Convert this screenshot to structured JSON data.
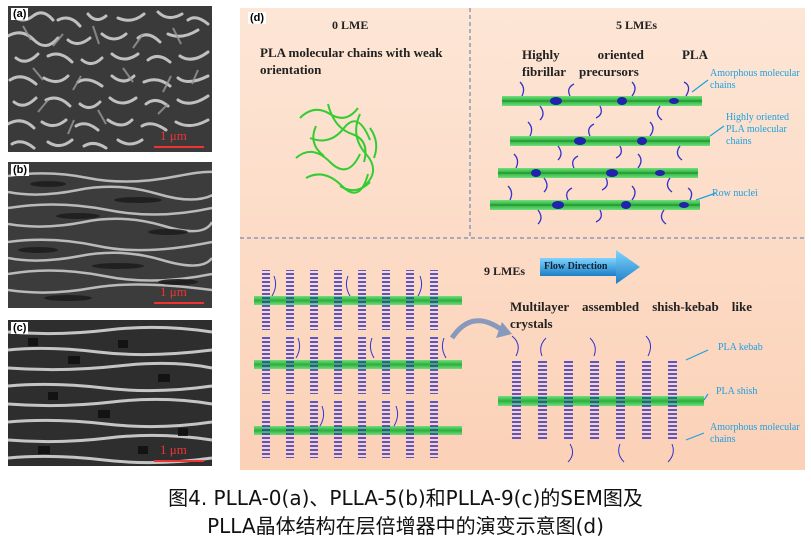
{
  "panels": {
    "a": {
      "label": "(a)",
      "scale": "1 μm"
    },
    "b": {
      "label": "(b)",
      "scale": "1 μm"
    },
    "c": {
      "label": "(c)",
      "scale": "1 μm"
    }
  },
  "diagram": {
    "label": "(d)",
    "q1": {
      "title": "0 LME",
      "desc": "PLA molecular chains with weak orientation"
    },
    "q2": {
      "title": "5 LMEs",
      "desc": "Highly oriented PLA fibrillar precursors",
      "callouts": {
        "amorphous": "Amorphous molecular chains",
        "oriented": "Highly oriented PLA molecular chains",
        "nuclei": "Row nuclei"
      }
    },
    "q3": {
      "title": "9 LMEs",
      "flow": "Flow Direction",
      "desc": "Multilayer assembled shish-kebab like crystals",
      "callouts": {
        "kebab": "PLA kebab",
        "shish": "PLA shish",
        "amorphous": "Amorphous molecular chains"
      }
    }
  },
  "caption": {
    "line1": "图4. PLLA-0(a)、PLLA-5(b)和PLLA-9(c)的SEM图及",
    "line2": "PLLA晶体结构在层倍增器中的演变示意图(d)"
  },
  "colors": {
    "chain": "#33cc33",
    "fibril": "#3ec24a",
    "kebab": "#3333cc",
    "callout": "#1ea0e0",
    "scalebar": "#ee3333"
  }
}
